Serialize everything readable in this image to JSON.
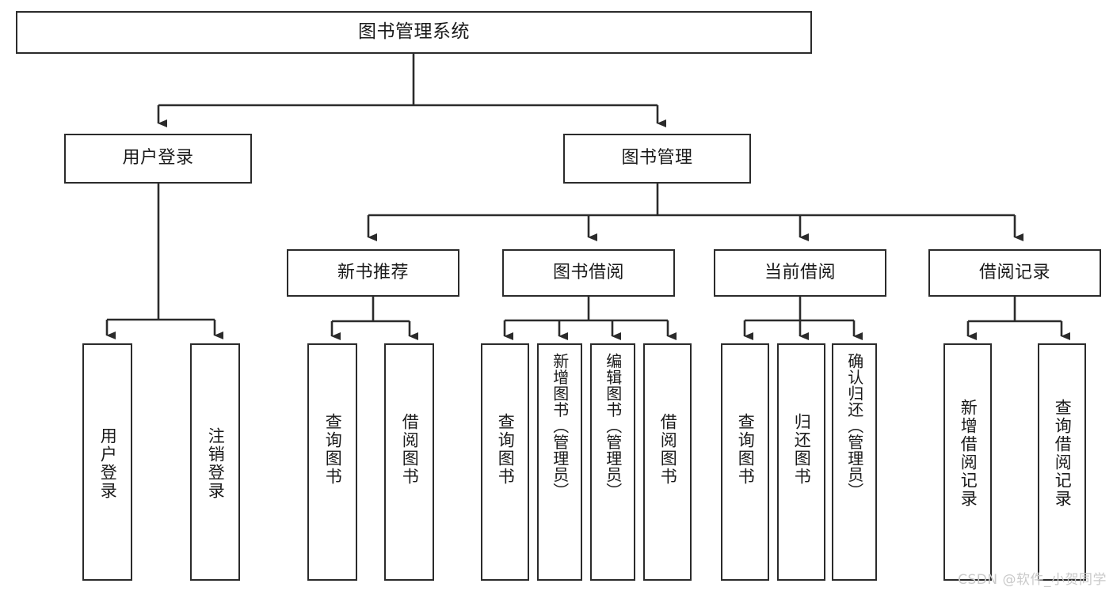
{
  "diagram": {
    "title": "图书管理系统",
    "type": "hierarchy-tree",
    "watermark": "CSDN @软件_小贺同学",
    "colors": {
      "stroke": "#2b2b2b",
      "background": "#ffffff",
      "text": "#1a1a1a",
      "watermark": "#c9c9c9"
    },
    "nodes": {
      "root": {
        "label": "图书管理系统"
      },
      "level2": [
        {
          "id": "user-login",
          "label": "用户登录"
        },
        {
          "id": "book-management",
          "label": "图书管理"
        }
      ],
      "level3": [
        {
          "id": "new-book-recommend",
          "label": "新书推荐"
        },
        {
          "id": "book-borrow",
          "label": "图书借阅"
        },
        {
          "id": "current-borrow",
          "label": "当前借阅"
        },
        {
          "id": "borrow-record",
          "label": "借阅记录"
        }
      ],
      "leaves": {
        "user-login": [
          {
            "id": "leaf-user-login",
            "label": "用户登录"
          },
          {
            "id": "leaf-logout",
            "label": "注销登录"
          }
        ],
        "new-book-recommend": [
          {
            "id": "leaf-query-book-1",
            "label": "查询图书"
          },
          {
            "id": "leaf-borrow-book-1",
            "label": "借阅图书"
          }
        ],
        "book-borrow": [
          {
            "id": "leaf-query-book-2",
            "label": "查询图书"
          },
          {
            "id": "leaf-add-book",
            "label": "新增图书（管理员）"
          },
          {
            "id": "leaf-edit-book",
            "label": "编辑图书（管理员）"
          },
          {
            "id": "leaf-borrow-book-2",
            "label": "借阅图书"
          }
        ],
        "current-borrow": [
          {
            "id": "leaf-query-book-3",
            "label": "查询图书"
          },
          {
            "id": "leaf-return-book",
            "label": "归还图书"
          },
          {
            "id": "leaf-confirm-return",
            "label": "确认归还（管理员）"
          }
        ],
        "borrow-record": [
          {
            "id": "leaf-add-record",
            "label": "新增借阅记录"
          },
          {
            "id": "leaf-query-record",
            "label": "查询借阅记录"
          }
        ]
      }
    }
  }
}
